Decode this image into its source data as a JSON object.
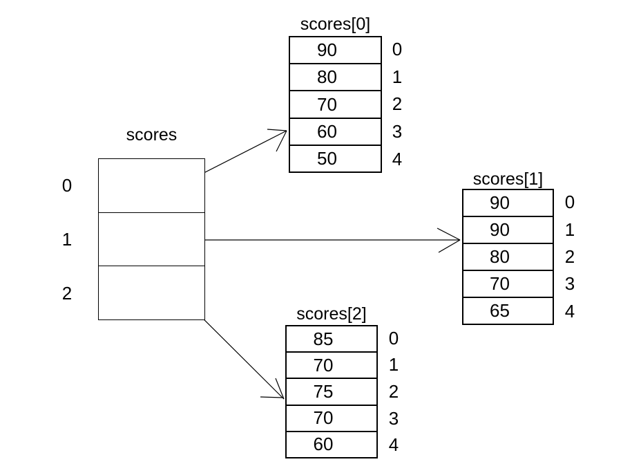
{
  "pointer": {
    "label": "scores",
    "indices": [
      "0",
      "1",
      "2"
    ]
  },
  "tables": [
    {
      "label": "scores[0]",
      "values": [
        "90",
        "80",
        "70",
        "60",
        "50"
      ],
      "indices": [
        "0",
        "1",
        "2",
        "3",
        "4"
      ]
    },
    {
      "label": "scores[1]",
      "values": [
        "90",
        "90",
        "80",
        "70",
        "65"
      ],
      "indices": [
        "0",
        "1",
        "2",
        "3",
        "4"
      ]
    },
    {
      "label": "scores[2]",
      "values": [
        "85",
        "70",
        "75",
        "70",
        "60"
      ],
      "indices": [
        "0",
        "1",
        "2",
        "3",
        "4"
      ]
    }
  ],
  "colors": {
    "line": "#000000",
    "text": "#000000",
    "background": "#ffffff"
  }
}
